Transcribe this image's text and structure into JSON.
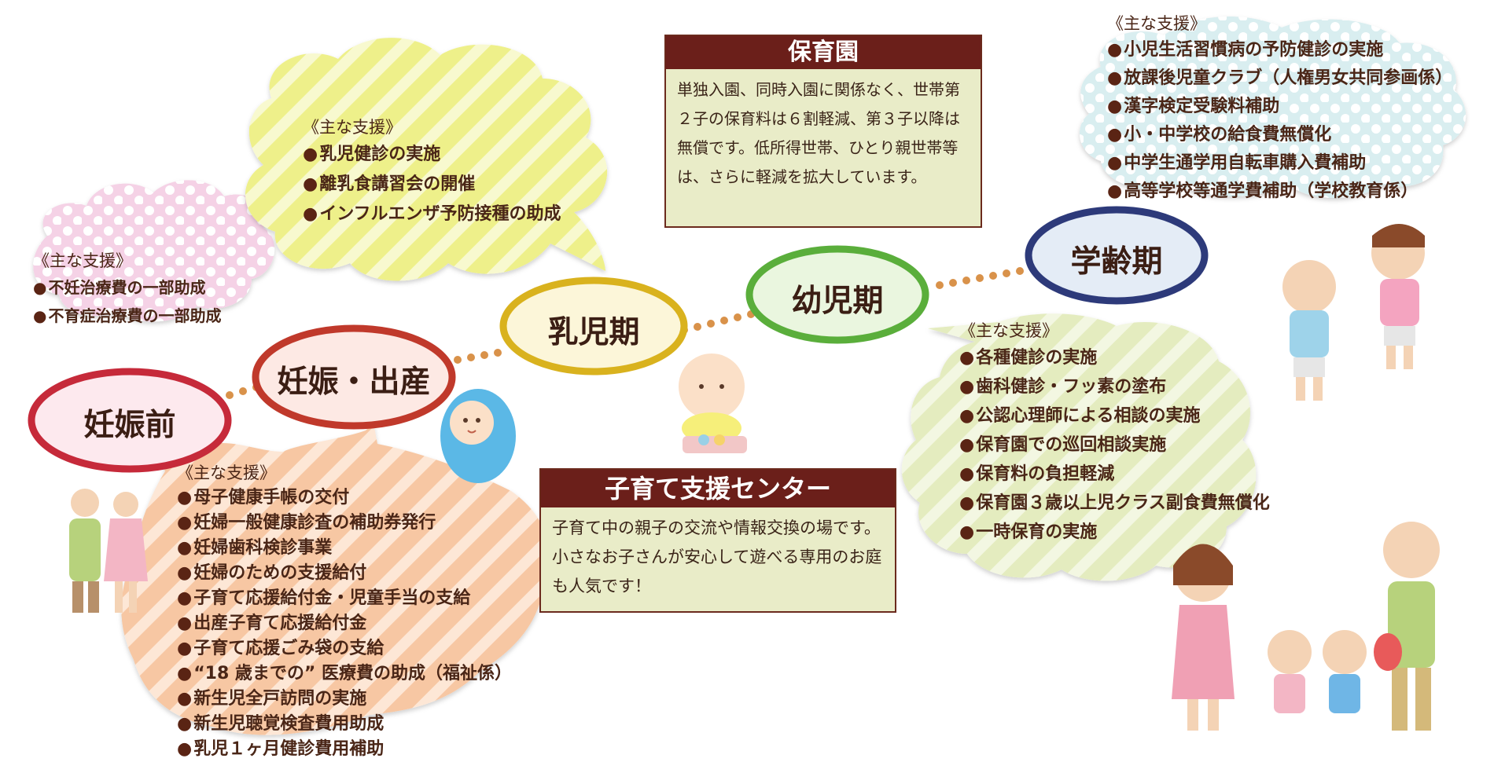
{
  "stages": {
    "pre": "妊娠前",
    "pregnancy": "妊娠・出産",
    "infant": "乳児期",
    "toddler": "幼児期",
    "school": "学齢期"
  },
  "support_header": "《主な支援》",
  "pre_items": [
    "不妊治療費の一部助成",
    "不育症治療費の一部助成"
  ],
  "infant_items": [
    "乳児健診の実施",
    "離乳食講習会の開催",
    "インフルエンザ予防接種の助成"
  ],
  "pregnancy_items": [
    "母子健康手帳の交付",
    "妊婦一般健康診査の補助券発行",
    "妊婦歯科検診事業",
    "妊婦のための支援給付",
    "子育て応援給付金・児童手当の支給",
    "出産子育て応援給付金",
    "子育て応援ごみ袋の支給",
    "“18 歳までの” 医療費の助成（福祉係）",
    "新生児全戸訪問の実施",
    "新生児聴覚検査費用助成",
    "乳児１ヶ月健診費用補助"
  ],
  "toddler_items": [
    "各種健診の実施",
    "歯科健診・フッ素の塗布",
    "公認心理師による相談の実施",
    "保育園での巡回相談実施",
    "保育料の負担軽減",
    "保育園３歳以上児クラス副食費無償化",
    "一時保育の実施"
  ],
  "school_items": [
    "小児生活習慣病の予防健診の実施",
    "放課後児童クラブ（人権男女共同参画係）",
    "漢字検定受験料補助",
    "小・中学校の給食費無償化",
    "中学生通学用自転車購入費補助",
    "高等学校等通学費補助（学校教育係）"
  ],
  "hoikuen": {
    "title": "保育園",
    "body": "単独入園、同時入園に関係なく、世帯第２子の保育料は６割軽減、第３子以降は無償です。低所得世帯、ひとり親世帯等は、さらに軽減を拡大しています。"
  },
  "center": {
    "title": "子育て支援センター",
    "body": "子育て中の親子の交流や情報交換の場です。小さなお子さんが安心して遊べる専用のお庭も人気です！"
  },
  "colors": {
    "pre": "#c62a3a",
    "pregnancy": "#c0392b",
    "infant": "#d9b21e",
    "toddler": "#5aae3b",
    "school": "#2d3a7a",
    "dots": "#d9924a",
    "box_title": "#6b1f1a",
    "box_body": "#e9ecc8"
  }
}
